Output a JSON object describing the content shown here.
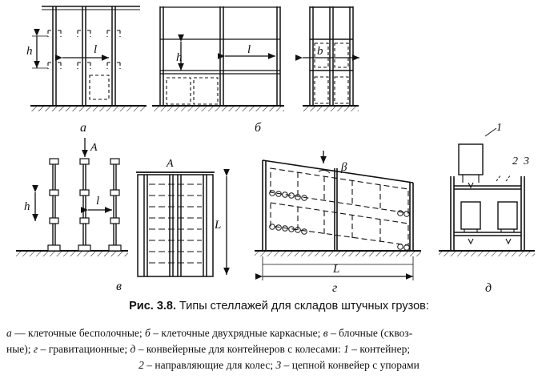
{
  "figure": {
    "panels": {
      "a": {
        "letter": "а",
        "dims": [
          "h",
          "l"
        ]
      },
      "b": {
        "letter": "б",
        "dims": [
          "h",
          "l",
          "b"
        ]
      },
      "v": {
        "letter": "в",
        "dims": [
          "h",
          "l",
          "A",
          "A",
          "L"
        ]
      },
      "g": {
        "letter": "г",
        "dims": [
          "β",
          "L"
        ]
      },
      "d": {
        "letter": "д",
        "callouts": [
          "1",
          "2",
          "3"
        ]
      }
    },
    "caption": {
      "number": "Рис. 3.8.",
      "title": "Типы стеллажей для складов штучных грузов:"
    },
    "legend": {
      "line1_a_key": "а",
      "line1_a_text": " — клеточные бесполочные; ",
      "line1_b_key": "б",
      "line1_b_text": " – клеточные двухрядные каркасные; ",
      "line1_v_key": "в",
      "line1_v_text": " – блочные (сквоз-",
      "line2_text": "ные); ",
      "line2_g_key": "г",
      "line2_g_text": " – гравитационные; ",
      "line2_d_key": "д",
      "line2_d_text": " – конвейерные для контейнеров с колесами: ",
      "line2_1_key": "1",
      "line2_1_text": " – контейнер;",
      "line3_2_key": "2",
      "line3_2_text": " – направляющие для колес; ",
      "line3_3_key": "3",
      "line3_3_text": " – цепной конвейер с упорами"
    }
  }
}
